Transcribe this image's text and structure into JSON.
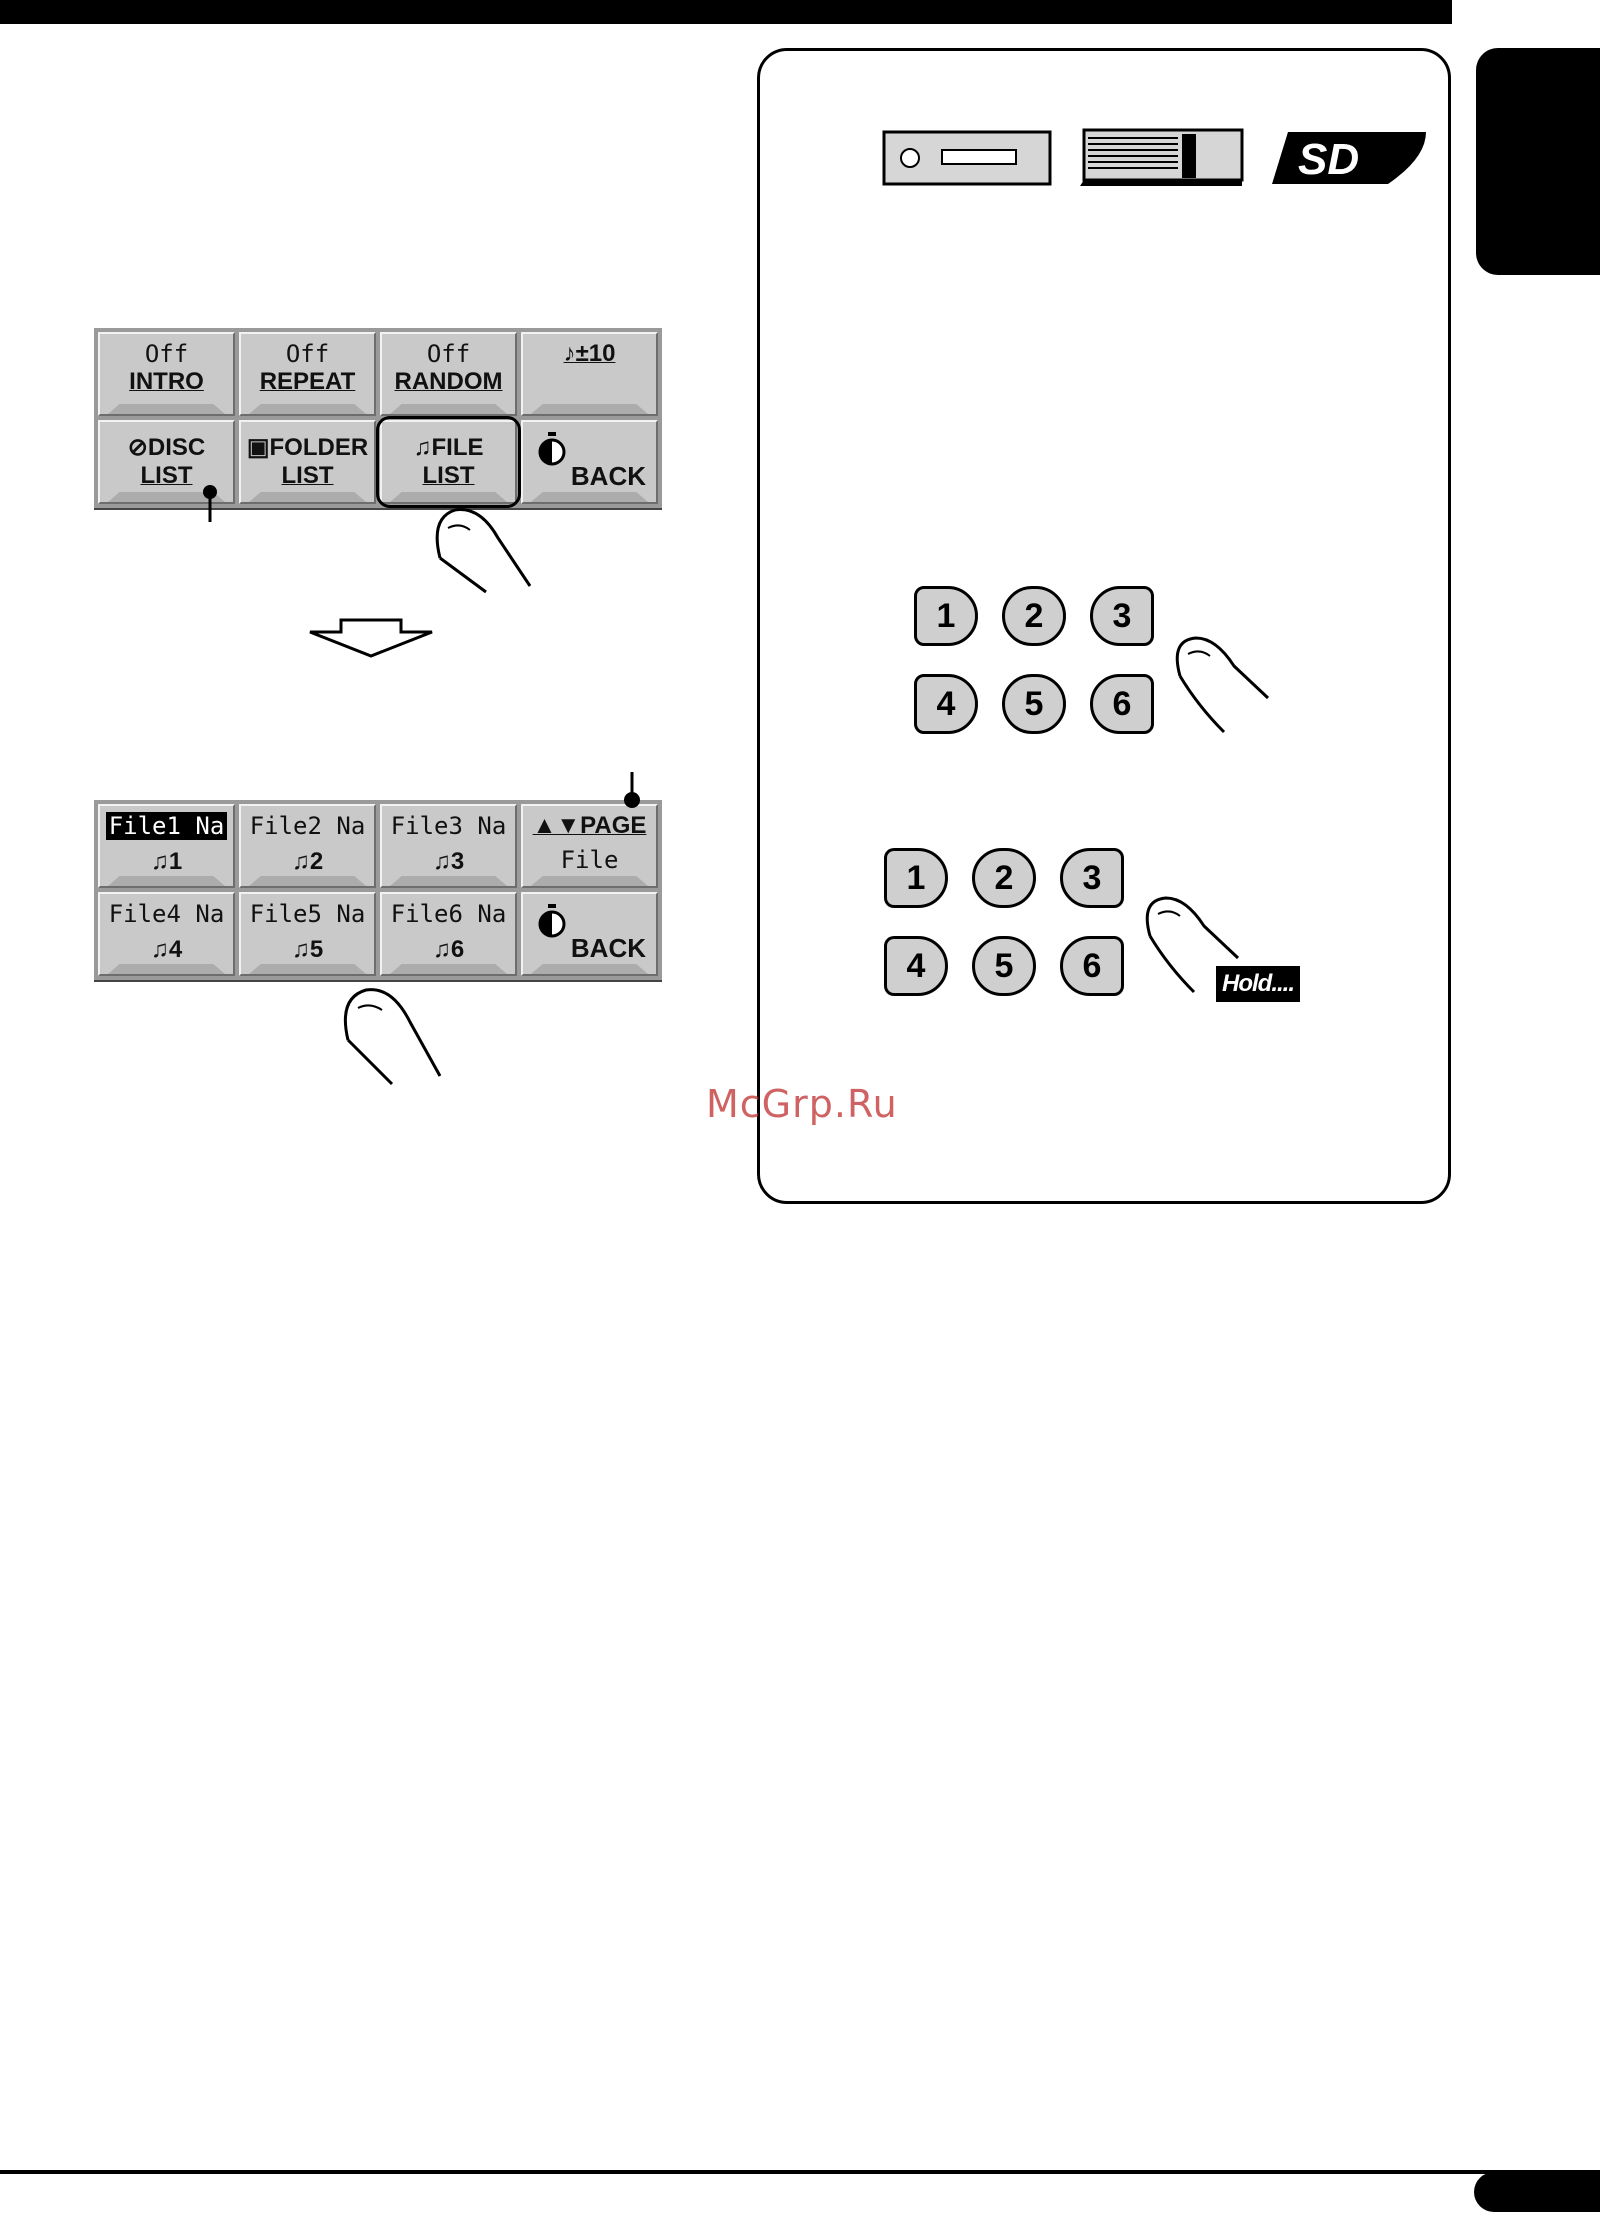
{
  "panel1": {
    "buttons": [
      {
        "line1": "Off",
        "line2": "INTRO"
      },
      {
        "line1": "Off",
        "line2": "REPEAT"
      },
      {
        "line1": "Off",
        "line2": "RANDOM"
      },
      {
        "line1": "",
        "line2": "♪±10"
      },
      {
        "line1": "⊘DISC",
        "line2": "LIST"
      },
      {
        "line1": "▣FOLDER",
        "line2": "LIST"
      },
      {
        "line1": "♫FILE",
        "line2": "LIST"
      },
      {
        "line1": "",
        "line2": "BACK"
      }
    ]
  },
  "panel2": {
    "buttons": [
      {
        "line1": "File1 Na",
        "line2": "♫1"
      },
      {
        "line1": "File2 Na",
        "line2": "♫2"
      },
      {
        "line1": "File3 Na",
        "line2": "♫3"
      },
      {
        "line1": "▲▼PAGE",
        "line2": "File"
      },
      {
        "line1": "File4 Na",
        "line2": "♫4"
      },
      {
        "line1": "File5 Na",
        "line2": "♫5"
      },
      {
        "line1": "File6 Na",
        "line2": "♫6"
      },
      {
        "line1": "",
        "line2": "BACK"
      }
    ]
  },
  "keypad1": [
    "1",
    "2",
    "3",
    "4",
    "5",
    "6"
  ],
  "keypad2": [
    "1",
    "2",
    "3",
    "4",
    "5",
    "6"
  ],
  "hold_label": "Hold....",
  "sd_logo": "SD",
  "watermark": "McGrp.Ru",
  "colors": {
    "ink": "#000000",
    "panel_gray": "#c9c9c9",
    "watermark": "#c03030"
  }
}
